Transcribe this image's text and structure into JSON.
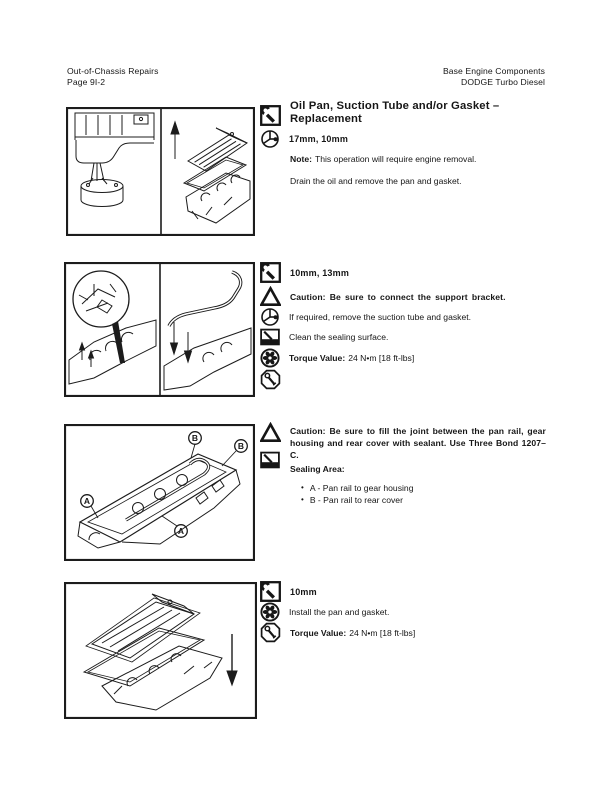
{
  "header": {
    "left_line1": "Out-of-Chassis Repairs",
    "left_line2": "Page 9I-2",
    "right_line1": "Base Engine Components",
    "right_line2": "DODGE Turbo Diesel"
  },
  "title": {
    "line1": "Oil Pan, Suction Tube and/or Gasket –",
    "line2": "Replacement"
  },
  "section1": {
    "tool_sizes": "17mm, 10mm",
    "note_label": "Note:",
    "note_text": "This operation will require engine removal.",
    "step1": "Drain the oil and remove the pan and gasket."
  },
  "section2": {
    "tool_sizes": "10mm, 13mm",
    "caution_label": "Caution:",
    "caution_text": "Be sure to connect the support bracket.",
    "step1": "If required, remove the suction tube and gasket.",
    "step2": "Clean the sealing surface.",
    "torque_label": "Torque Value:",
    "torque_value": "24 N•m [18 ft-lbs]"
  },
  "section3": {
    "caution_label": "Caution:",
    "caution_text": "Be sure to fill the joint between the pan rail, gear housing and rear cover with sealant. Use Three Bond 1207–C.",
    "sealing_label": "Sealing Area:",
    "bullet_marker": "•",
    "bullets": [
      "A - Pan rail to gear housing",
      "B - Pan rail to rear cover"
    ]
  },
  "section4": {
    "tool_sizes": "10mm",
    "step1": "Install the pan and gasket.",
    "torque_label": "Torque Value:",
    "torque_value": "24 N•m [18 ft-lbs]"
  },
  "figure3_labels": [
    "A",
    "B",
    "B",
    "A"
  ],
  "icons": {
    "wrench_box": "wrench-tool-size-icon",
    "spoked_wheel": "spoked-wheel-part-icon",
    "warning_triangle": "caution-triangle-icon",
    "scraper": "scraper-clean-surface-icon",
    "gasket_disc": "gasket-disc-icon",
    "torque_octagon": "torque-wrench-octagon-icon"
  },
  "colors": {
    "ink": "#161616",
    "paper": "#ffffff"
  }
}
